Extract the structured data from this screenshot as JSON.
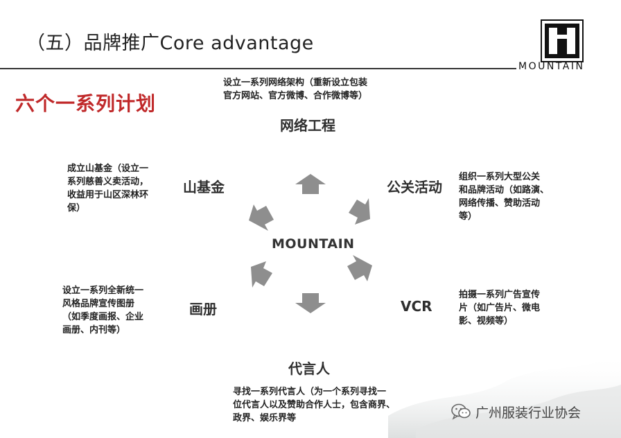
{
  "header": {
    "title": "（五）品牌推广Core advantage",
    "logo_text": "MOUNTAIN"
  },
  "subtitle": "六个一系列计划",
  "diagram": {
    "center": "MOUNTAIN",
    "nodes": [
      {
        "id": "top",
        "label": "网络工程",
        "desc": [
          "设立一系列网络架构（重新设立包装",
          "官方网站、官方微博、合作微博等）"
        ]
      },
      {
        "id": "upper-right",
        "label": "公关活动",
        "desc": [
          "组织一系列大型公关",
          "和品牌活动（如路演、",
          "网络传播、赞助活动",
          "等）"
        ]
      },
      {
        "id": "lower-right",
        "label": "VCR",
        "desc": [
          "拍摄一系列广告宣传",
          "片（如广告片、微电",
          "影、视频等）"
        ]
      },
      {
        "id": "bottom",
        "label": "代言人",
        "desc": [
          "寻找一系列代言人（为一个系列寻找一",
          "位代言人以及赞助合作人士，包含商界、",
          "政界、娱乐界等"
        ]
      },
      {
        "id": "lower-left",
        "label": "画册",
        "desc": [
          "设立一系列全新统一",
          "风格品牌宣传图册",
          "（如季度画报、企业",
          "画册、内刊等）"
        ]
      },
      {
        "id": "upper-left",
        "label": "山基金",
        "desc": [
          "成立山基金（设立一",
          "系列慈善义卖活动，",
          "收益用于山区深林环",
          "保）"
        ]
      }
    ]
  },
  "watermark": {
    "text": "广州服装行业协会",
    "icon": "wechat-icon"
  },
  "colors": {
    "accent_red": "#c0292a",
    "arrow_fill": "#8e8e8e",
    "text": "#222222"
  }
}
